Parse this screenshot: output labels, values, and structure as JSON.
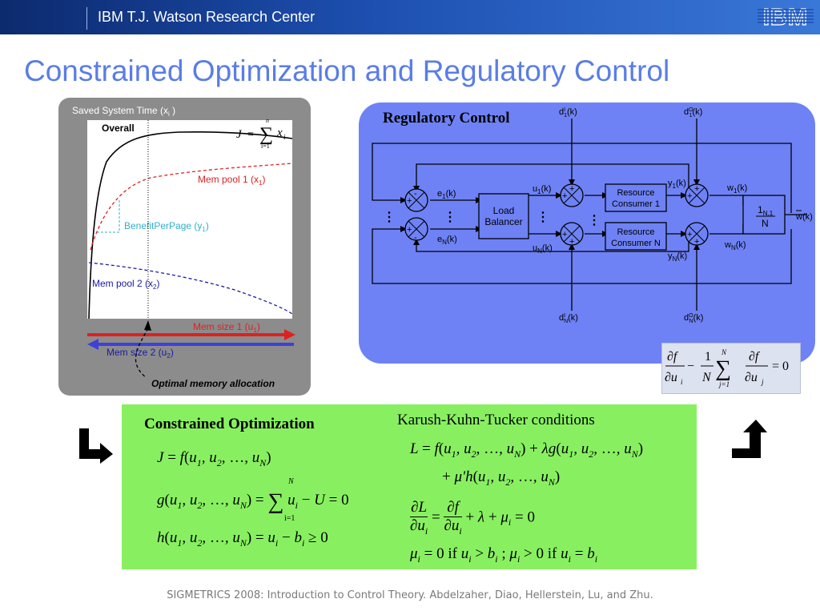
{
  "header": {
    "title": "IBM T.J. Watson Research Center",
    "logo_text": "IBM"
  },
  "slide": {
    "title": "Constrained Optimization and Regulatory Control"
  },
  "left_chart": {
    "title": "Saved System Time (x",
    "title_sub": "i",
    "title_end": " )",
    "overall_label": "Overall",
    "formula_label": "J = Σ x_i",
    "mem_pool_1": "Mem pool 1 (x",
    "mem_pool_1_sub": "1",
    "benefit": "BenefitPerPage (y",
    "benefit_sub": "1",
    "mem_pool_2": "Mem pool 2 (x",
    "mem_pool_2_sub": "2",
    "mem_size_1": "Mem size 1 (u",
    "mem_size_1_sub": "1",
    "mem_size_2": "Mem size 2 (u",
    "mem_size_2_sub": "2",
    "optimal": "Optimal memory allocation",
    "colors": {
      "overall": "#000000",
      "pool1": "#e02020",
      "benefit": "#30b0c8",
      "pool2": "#1a1aa8",
      "arrow1": "#e02020",
      "arrow2": "#4040d8"
    }
  },
  "regulatory": {
    "title": "Regulatory Control",
    "d1_in": "d",
    "d1_in_sup": "I",
    "d1_in_sub": "1",
    "d1_out": "d",
    "d1_out_sup": "O",
    "d1_out_sub": "1",
    "dN_in": "d",
    "dN_in_sup": "I",
    "dN_in_sub": "N",
    "dN_out": "d",
    "dN_out_sup": "O",
    "dN_out_sub": "N",
    "arg": "(k)",
    "e1": "e",
    "e1_sub": "1",
    "eN": "e",
    "eN_sub": "N",
    "u1": "u",
    "u1_sub": "1",
    "uN": "u",
    "uN_sub": "N",
    "y1": "y",
    "y1_sub": "1",
    "yN": "y",
    "yN_sub": "N",
    "w1": "w",
    "w1_sub": "1",
    "wN": "w",
    "wN_sub": "N",
    "wbar": "w",
    "load_balancer_line1": "Load",
    "load_balancer_line2": "Balancer",
    "rc1_line1": "Resource",
    "rc1_line2": "Consumer 1",
    "rcN_line1": "Resource",
    "rcN_line2": "Consumer  N",
    "avg_num": "1",
    "avg_sub": "N,1",
    "avg_den": "N",
    "plus": "+",
    "minus": "-",
    "dots": "⋮",
    "colors": {
      "panel": "#6e82f5"
    }
  },
  "kkt_equation": "∂f/∂u_i − (1/N) Σ_{j=1}^{N} ∂f/∂u_j = 0",
  "constrained": {
    "title": "Constrained Optimization",
    "kkt_title": "Karush-Kuhn-Tucker conditions",
    "eq_J": "J = f(u1, u2, ..., uN)",
    "eq_g": "g(u1, u2, ..., uN) = Σ_{i=1}^{N} u_i − U = 0",
    "eq_h": "h(u1, u2, ..., uN) = u_i − b_i ≥ 0",
    "eq_L": "L = f(u1, u2, ..., uN) + λ g(u1, u2, ..., uN) + μ' h(u1, u2, ..., uN)",
    "eq_dL": "∂L/∂u_i = ∂f/∂u_i + λ + μ_i = 0",
    "eq_mu": "μ_i = 0 if u_i > b_i ;  μ_i > 0 if u_i = b_i",
    "colors": {
      "box": "#88f060"
    }
  },
  "footer": {
    "text": "SIGMETRICS 2008: Introduction to Control Theory. Abdelzaher, Diao, Hellerstein, Lu, and Zhu."
  }
}
